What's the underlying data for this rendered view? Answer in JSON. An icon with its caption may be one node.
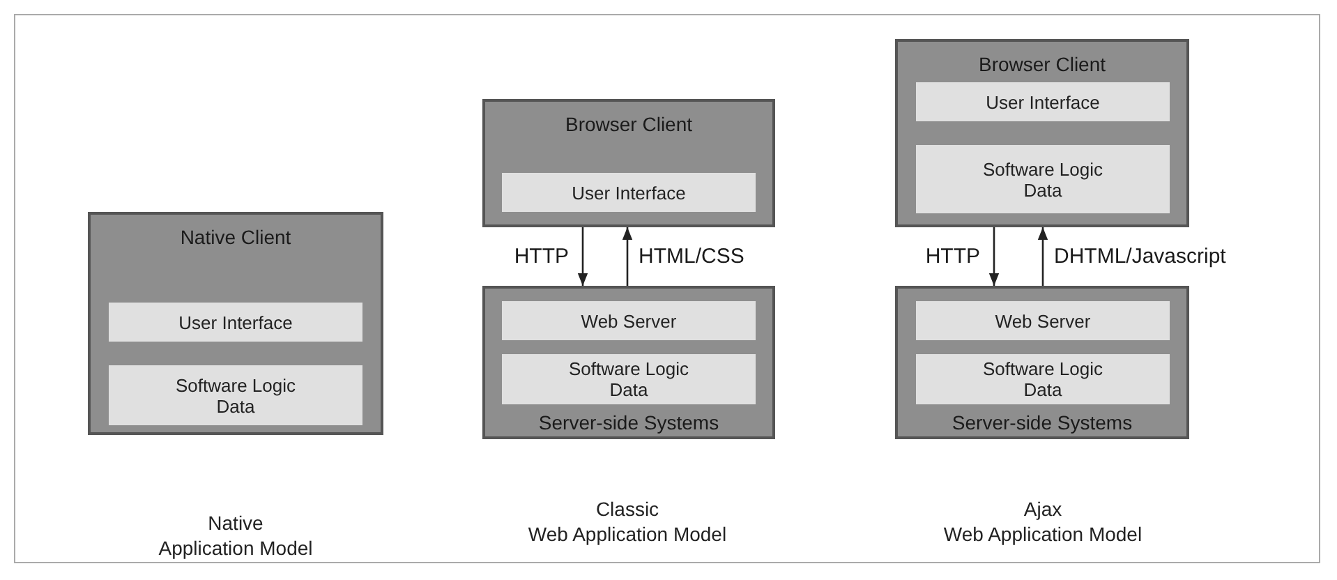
{
  "diagram": {
    "nodes": [
      {
        "text": [
          "Native Client"
        ]
      },
      {
        "text": [
          "User Interface"
        ],
        "in": 0
      },
      {
        "text": [
          "Software Logic Data"
        ],
        "in": 0
      },
      {
        "text": [
          "Browser Client"
        ]
      },
      {
        "text": [
          "User Interface"
        ],
        "in": 3
      },
      {
        "text": [
          "Server-side Systems"
        ]
      },
      {
        "text": [
          "Web Server"
        ],
        "in": 5
      },
      {
        "text": [
          "Software Logic Data"
        ],
        "in": 5
      },
      {
        "text": [
          "Browser Client"
        ]
      },
      {
        "text": [
          "User Interface"
        ],
        "in": 8
      },
      {
        "text": [
          "Software Logic Data"
        ],
        "in": 8
      },
      {
        "text": [
          "Server-side Systems"
        ]
      },
      {
        "text": [
          "Web Server"
        ],
        "in": 11
      },
      {
        "text": [
          "Software Logic Data"
        ],
        "in": 11
      }
    ],
    "edges": [
      {
        "from": 3,
        "to": 5,
        "arrow": "to",
        "label": "HTTP"
      },
      {
        "from": 5,
        "to": 3,
        "arrow": "to",
        "label": "HTML/CSS"
      },
      {
        "from": 8,
        "to": 11,
        "arrow": "to",
        "label": "HTTP"
      },
      {
        "from": 11,
        "to": 8,
        "arrow": "to",
        "label": "DHTML/Javascript"
      }
    ],
    "labels": [
      "Native",
      "Application Model",
      "Classic",
      "Web Application Model",
      "Ajax",
      "Web Application Model"
    ]
  }
}
